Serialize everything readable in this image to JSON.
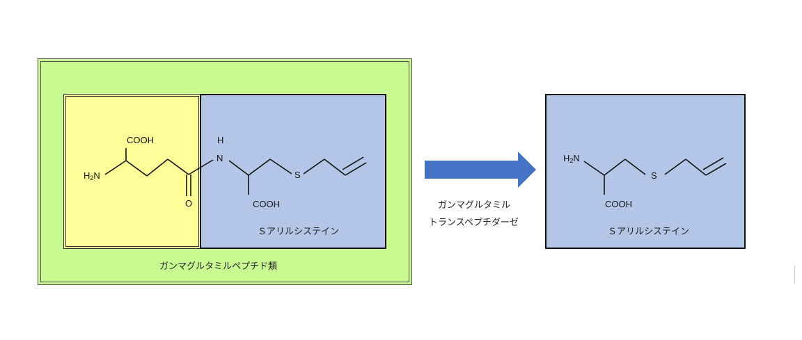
{
  "left_panel": {
    "group_label": "ガンマグルタミルペプチド類",
    "product_label": "Ｓアリルシステイン",
    "atoms": {
      "h2n_h": "H",
      "h2n_sub": "2",
      "h2n_n": "N",
      "cooh_top": "COOH",
      "nh_h": "H",
      "nh_n": "N",
      "carbonyl_o": "O",
      "sulfur": "S",
      "cooh_bottom": "COOH"
    }
  },
  "arrow": {
    "line1": "ガンマグルタミル",
    "line2": "トランスペプチダーゼ",
    "color": "#4472c4"
  },
  "right_panel": {
    "product_label": "Ｓアリルシステイン",
    "atoms": {
      "h2n_h": "H",
      "h2n_sub": "2",
      "h2n_n": "N",
      "sulfur": "S",
      "cooh": "COOH"
    }
  },
  "colors": {
    "green": "#c9fb92",
    "yellow": "#fefe99",
    "blue": "#b4c6e7"
  }
}
